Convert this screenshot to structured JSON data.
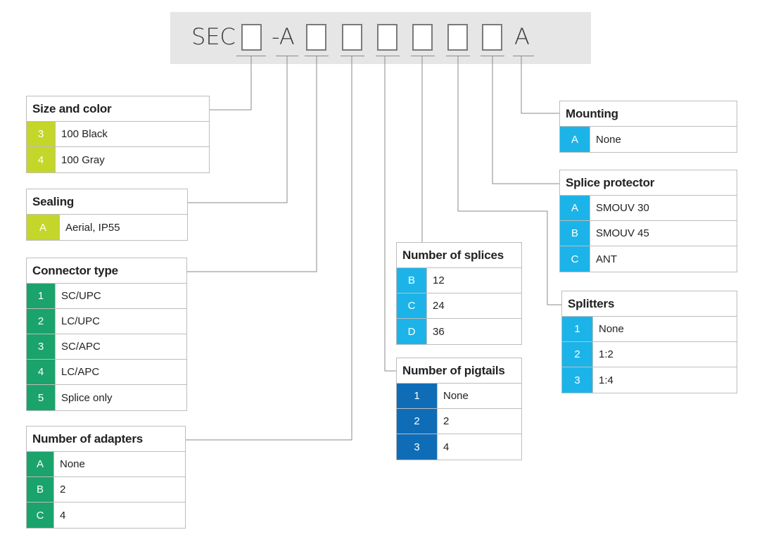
{
  "code": {
    "prefix": "SEC",
    "sealing_code": "-A",
    "mounting_code": "A"
  },
  "colors": {
    "lime": "#c4d629",
    "green": "#1aa36b",
    "cyan": "#1cb4e8",
    "blue": "#0f6db7"
  },
  "tables": {
    "size_color": {
      "title": "Size and color",
      "rows": [
        {
          "code": "3",
          "label": "100 Black"
        },
        {
          "code": "4",
          "label": "100 Gray"
        }
      ]
    },
    "sealing": {
      "title": "Sealing",
      "rows": [
        {
          "code": "A",
          "label": "Aerial, IP55"
        }
      ]
    },
    "connector_type": {
      "title": "Connector type",
      "rows": [
        {
          "code": "1",
          "label": "SC/UPC"
        },
        {
          "code": "2",
          "label": "LC/UPC"
        },
        {
          "code": "3",
          "label": "SC/APC"
        },
        {
          "code": "4",
          "label": "LC/APC"
        },
        {
          "code": "5",
          "label": "Splice only"
        }
      ]
    },
    "adapters": {
      "title": "Number of adapters",
      "rows": [
        {
          "code": "A",
          "label": "None"
        },
        {
          "code": "B",
          "label": "2"
        },
        {
          "code": "C",
          "label": "4"
        }
      ]
    },
    "splices": {
      "title": "Number of splices",
      "rows": [
        {
          "code": "B",
          "label": "12"
        },
        {
          "code": "C",
          "label": "24"
        },
        {
          "code": "D",
          "label": "36"
        }
      ]
    },
    "pigtails": {
      "title": "Number of pigtails",
      "rows": [
        {
          "code": "1",
          "label": "None"
        },
        {
          "code": "2",
          "label": "2"
        },
        {
          "code": "3",
          "label": "4"
        }
      ]
    },
    "mounting": {
      "title": "Mounting",
      "rows": [
        {
          "code": "A",
          "label": "None"
        }
      ]
    },
    "splice_protector": {
      "title": "Splice protector",
      "rows": [
        {
          "code": "A",
          "label": "SMOUV 30"
        },
        {
          "code": "B",
          "label": "SMOUV 45"
        },
        {
          "code": "C",
          "label": "ANT"
        }
      ]
    },
    "splitters": {
      "title": "Splitters",
      "rows": [
        {
          "code": "1",
          "label": "None"
        },
        {
          "code": "2",
          "label": "1:2"
        },
        {
          "code": "3",
          "label": "1:4"
        }
      ]
    }
  }
}
